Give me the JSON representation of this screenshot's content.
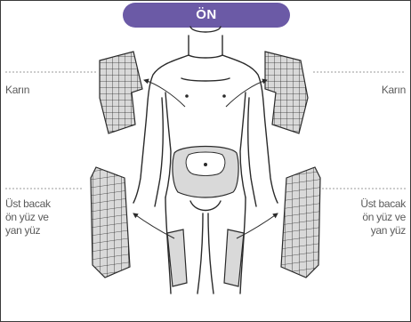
{
  "header": {
    "title": "ÖN"
  },
  "labels": {
    "left_abdomen": "Karın",
    "right_abdomen": "Karın",
    "left_thigh": [
      "Üst bacak",
      "ön yüz ve",
      "yan yüz"
    ],
    "right_thigh": [
      "Üst bacak",
      "ön yüz ve",
      "yan yüz"
    ]
  },
  "colors": {
    "header_bg": "#6b5aa6",
    "shade": "#d9d9d9",
    "line": "#2a2a2a",
    "label": "#5a5a5a"
  }
}
